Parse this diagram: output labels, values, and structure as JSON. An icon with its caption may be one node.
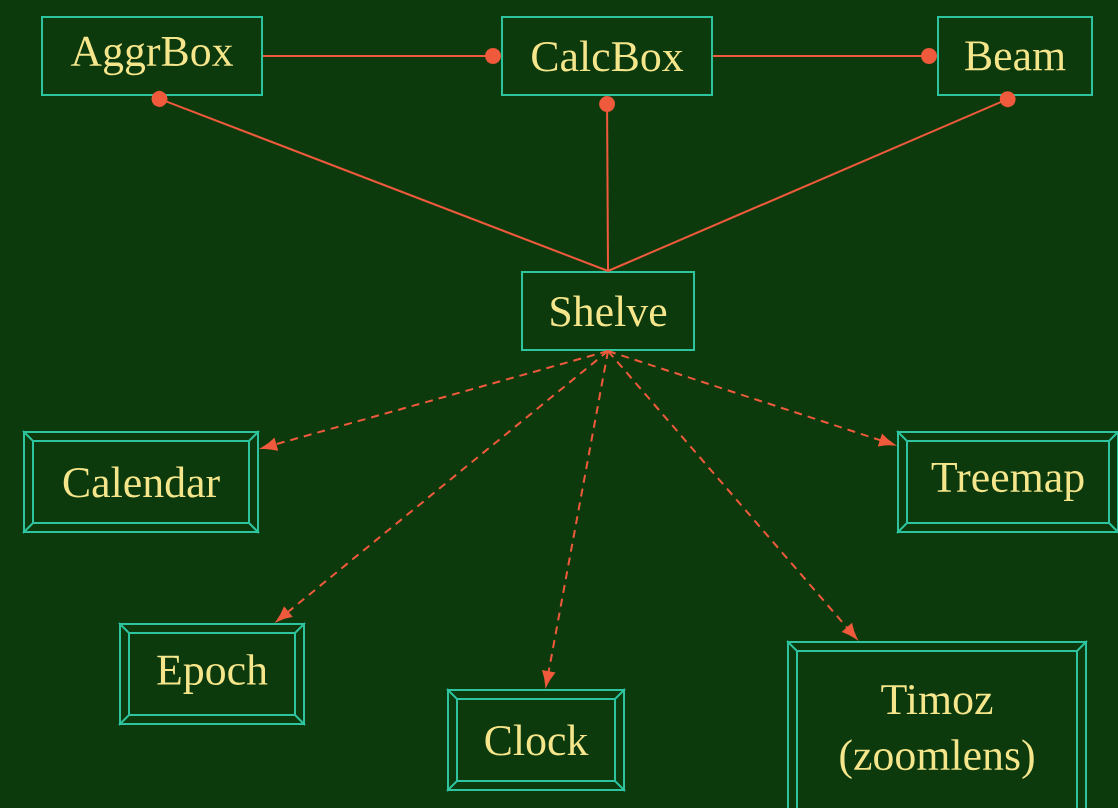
{
  "diagram": {
    "nodes": [
      {
        "text": [
          "AggrBox"
        ]
      },
      {
        "text": [
          "CalcBox"
        ]
      },
      {
        "text": [
          "Beam"
        ]
      },
      {
        "text": [
          "Shelve"
        ]
      },
      {
        "text": [
          "Calendar"
        ]
      },
      {
        "text": [
          "Treemap"
        ]
      },
      {
        "text": [
          "Epoch"
        ]
      },
      {
        "text": [
          "Clock"
        ]
      },
      {
        "text": [
          "Timoz (zoomlens)"
        ]
      }
    ],
    "edges": [
      {
        "from": 0,
        "to": 1,
        "arrow": "other"
      },
      {
        "from": 1,
        "to": 2,
        "arrow": "other"
      },
      {
        "from": 3,
        "to": 0,
        "arrow": "other"
      },
      {
        "from": 3,
        "to": 1,
        "arrow": "other"
      },
      {
        "from": 3,
        "to": 2,
        "arrow": "other"
      },
      {
        "from": 3,
        "to": 4,
        "arrow": "to",
        "style": "dashed"
      },
      {
        "from": 3,
        "to": 5,
        "arrow": "to",
        "style": "dashed"
      },
      {
        "from": 3,
        "to": 6,
        "arrow": "to",
        "style": "dashed"
      },
      {
        "from": 3,
        "to": 7,
        "arrow": "to",
        "style": "dashed"
      },
      {
        "from": 3,
        "to": 8,
        "arrow": "to",
        "style": "dashed"
      }
    ]
  }
}
